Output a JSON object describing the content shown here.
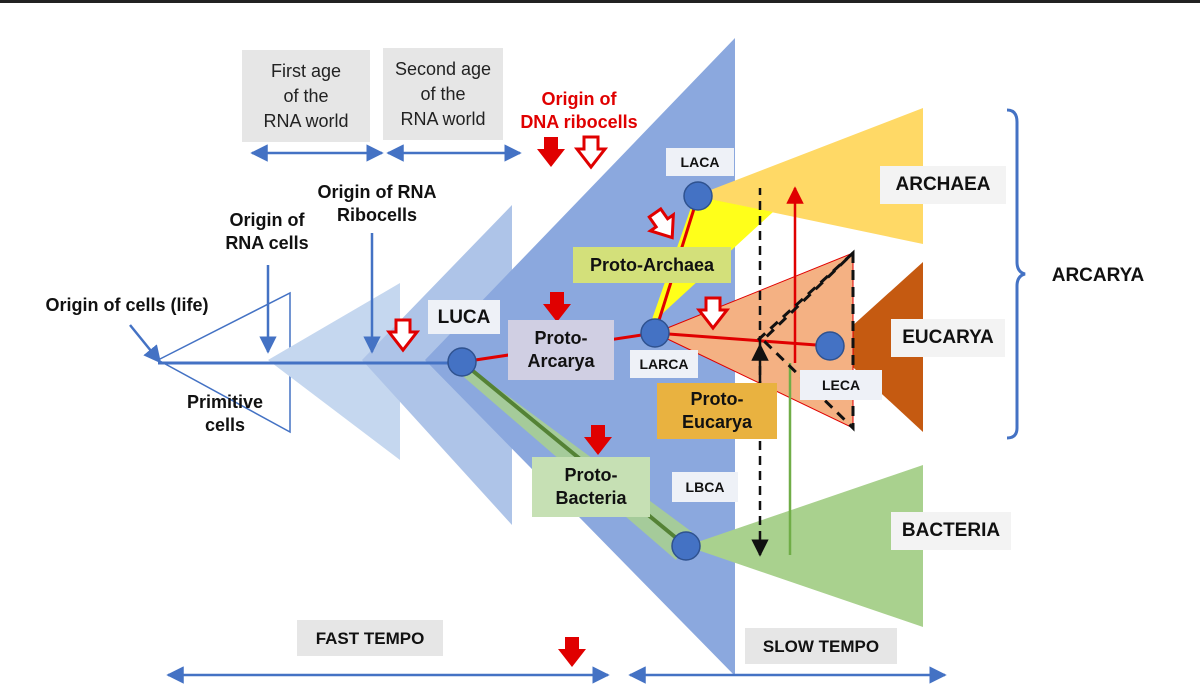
{
  "labels": {
    "first_age": "First age\nof the\nRNA world",
    "second_age": "Second age\nof the\nRNA world",
    "origin_dna": "Origin of\nDNA ribocells",
    "origin_rna_ribocells": "Origin of RNA\nRibocells",
    "origin_rna_cells": "Origin of\nRNA cells",
    "origin_life": "Origin of cells (life)",
    "primitive_cells": "Primitive\ncells",
    "luca": "LUCA",
    "proto_arcarya": "Proto-\nArcarya",
    "proto_archaea": "Proto-Archaea",
    "proto_eucarya": "Proto-\nEucarya",
    "proto_bacteria": "Proto-\nBacteria",
    "laca": "LACA",
    "larca": "LARCA",
    "leca": "LECA",
    "lbca": "LBCA",
    "archaea": "ARCHAEA",
    "eucarya": "EUCARYA",
    "bacteria": "BACTERIA",
    "arcarya": "ARCARYA",
    "fast_tempo": "FAST TEMPO",
    "slow_tempo": "SLOW TEMPO"
  },
  "colors": {
    "blue_line": "#4472c4",
    "red": "#ff0000",
    "dark_red": "#cc0000",
    "node_fill": "#4472c4",
    "archaea_fill": "#ffd966",
    "eucarya_fill": "#c55a11",
    "bacteria_fill": "#a9d18e",
    "main_cone": "#7f9fd8"
  }
}
